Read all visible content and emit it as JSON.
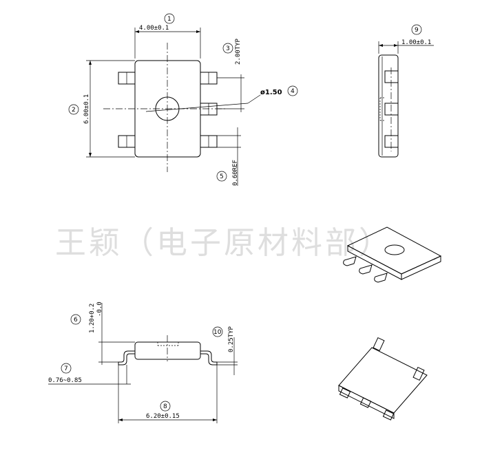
{
  "callouts": [
    "1",
    "2",
    "3",
    "4",
    "5",
    "6",
    "7",
    "8",
    "9",
    "10"
  ],
  "dims": {
    "width": "4.00±0.1",
    "length": "6.00±0.1",
    "pitch": "2.00TYP",
    "hole": "ø1.50",
    "lead_width": "0.60REF",
    "height_main": "1.20+0.2",
    "height_tol": "-0.0",
    "foot": "0.76~0.85",
    "overall": "6.20±0.15",
    "lead_thick": "0.25TYP",
    "side_width": "1.00±0.1"
  },
  "watermark": "王颖（电子原材料部）"
}
